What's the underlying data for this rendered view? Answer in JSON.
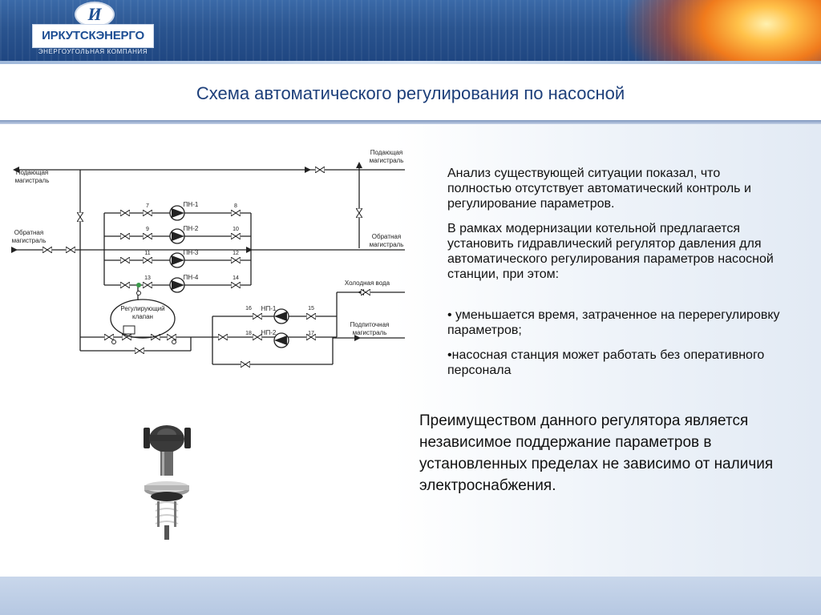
{
  "header": {
    "logo_letter": "И",
    "company": "ИРКУТСКЭНЕРГО",
    "tagline": "ЭНЕРГОУГОЛЬНАЯ КОМПАНИЯ"
  },
  "title": "Схема автоматического регулирования по насосной",
  "diagram": {
    "labels": {
      "supply_left": [
        "Подающая",
        "магистраль"
      ],
      "return_left": [
        "Обратная",
        "магистраль"
      ],
      "supply_right": [
        "Подающая",
        "магистраль"
      ],
      "return_right": [
        "Обратная",
        "магистраль"
      ],
      "cold_water": "Холодная вода",
      "makeup": [
        "Подпиточная",
        "магистраль"
      ],
      "valve": [
        "Регулирующий",
        "клапан"
      ]
    },
    "pumps": [
      "ПН-1",
      "ПН-2",
      "ПН-3",
      "ПН-4",
      "НП-1",
      "НП-2"
    ],
    "valve_numbers": [
      "7",
      "8",
      "9",
      "10",
      "11",
      "12",
      "13",
      "14",
      "16",
      "15",
      "18",
      "17"
    ]
  },
  "analysis": {
    "paragraph1": "Анализ существующей ситуации показал, что полностью отсутствует автоматический контроль и регулирование параметров.",
    "paragraph2": "В рамках модернизации котельной предлагается установить гидравлический регулятор давления для автоматического регулирования параметров насосной станции, при этом:",
    "bullet1": "• уменьшается время, затраченное на перерегулировку параметров;",
    "bullet2": "•насосная станция может работать без оперативного персонала"
  },
  "advantage": "Преимуществом данного регулятора является независимое поддержание параметров в установленных пределах не зависимо от наличия электроснабжения.",
  "colors": {
    "header": "#2a548f",
    "title": "#1d3f7a",
    "footer": "#b6c8e2",
    "accent_glow": "#f07a1c"
  }
}
